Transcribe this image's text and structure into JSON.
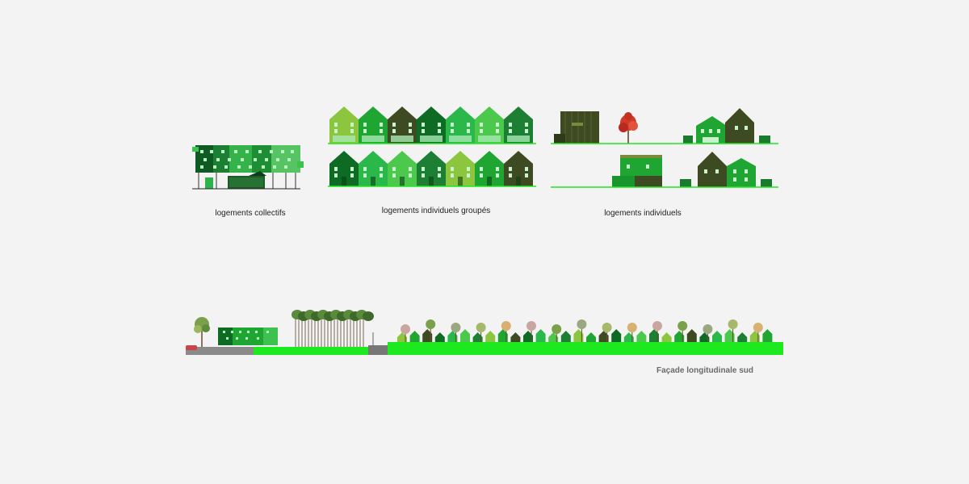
{
  "captions": {
    "collectifs": "logements collectifs",
    "groupes": "logements individuels groupés",
    "individuels": "logements individuels",
    "facade": "Façade longitudinale sud"
  },
  "colors": {
    "background": "#f3f3f3",
    "green_light": "#4cc94c",
    "green_mid": "#1fa531",
    "green_dark": "#0e6b24",
    "green_olive": "#3d4a22",
    "green_lime": "#8cc63f",
    "ground": "#1ee81e",
    "road": "#8a8a8a",
    "tree_red": "#d13a2a"
  }
}
